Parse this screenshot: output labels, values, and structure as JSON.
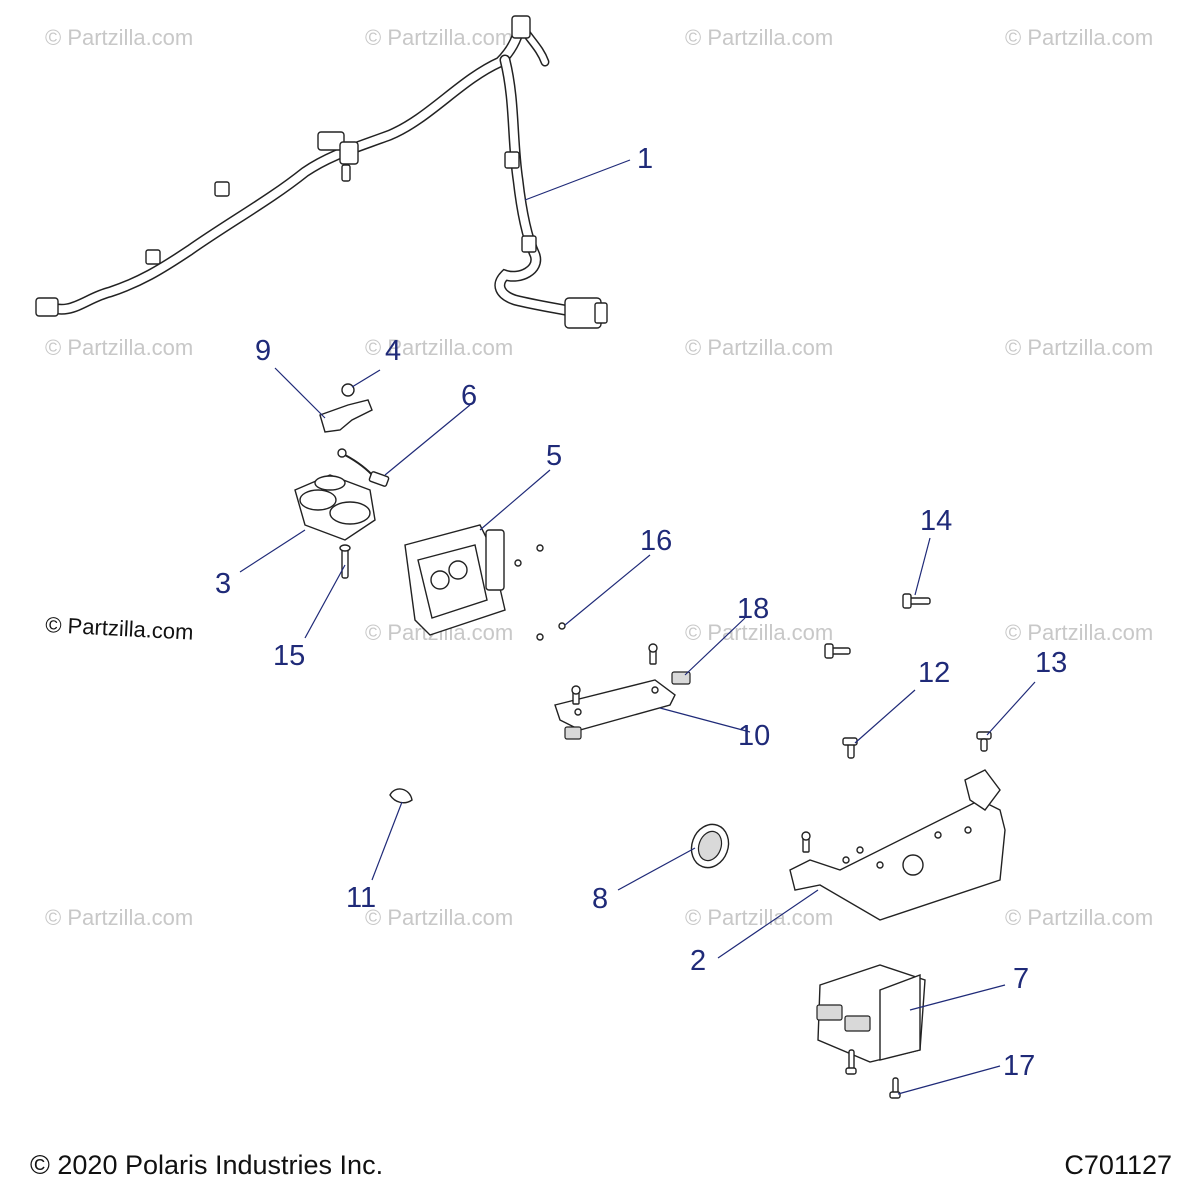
{
  "watermark": {
    "text": "© Partzilla.com"
  },
  "callouts": {
    "c1": "1",
    "c2": "2",
    "c3": "3",
    "c4": "4",
    "c5": "5",
    "c6": "6",
    "c7": "7",
    "c8": "8",
    "c9": "9",
    "c10": "10",
    "c11": "11",
    "c12": "12",
    "c13": "13",
    "c14": "14",
    "c15": "15",
    "c16": "16",
    "c17": "17",
    "c18": "18"
  },
  "footer": {
    "copyright": "© 2020 Polaris Industries Inc.",
    "drawing_number": "C701127"
  },
  "colors": {
    "callout": "#1f2a78",
    "line": "#222222",
    "watermark": "#c8c8c8"
  }
}
